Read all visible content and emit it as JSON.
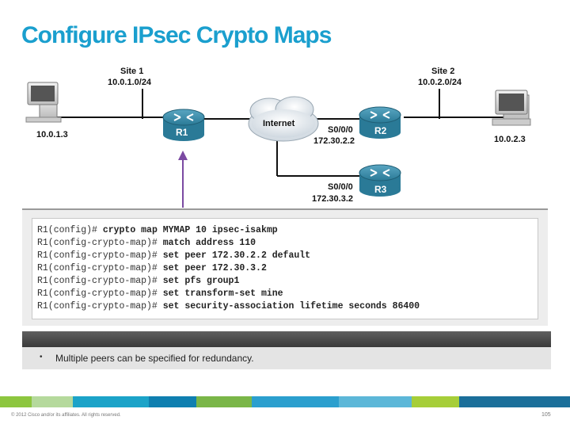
{
  "title": "Configure IPsec Crypto Maps",
  "diagram": {
    "site1": {
      "name": "Site 1",
      "network": "10.0.1.0/24"
    },
    "site2": {
      "name": "Site 2",
      "network": "10.0.2.0/24"
    },
    "host_left": "10.0.1.3",
    "host_right": "10.0.2.3",
    "cloud": "Internet",
    "routers": {
      "r1": "R1",
      "r2": {
        "name": "R2",
        "interface": "S0/0/0",
        "ip": "172.30.2.2"
      },
      "r3": {
        "name": "R3",
        "interface": "S0/0/0",
        "ip": "172.30.3.2"
      }
    }
  },
  "config": [
    {
      "prompt": "R1(config)# ",
      "command": "crypto map MYMAP 10 ipsec-isakmp"
    },
    {
      "prompt": "R1(config-crypto-map)# ",
      "command": "match address 110"
    },
    {
      "prompt": "R1(config-crypto-map)# ",
      "command": "set peer 172.30.2.2 default"
    },
    {
      "prompt": "R1(config-crypto-map)# ",
      "command": "set peer 172.30.3.2"
    },
    {
      "prompt": "R1(config-crypto-map)# ",
      "command": "set pfs group1"
    },
    {
      "prompt": "R1(config-crypto-map)# ",
      "command": "set transform-set mine"
    },
    {
      "prompt": "R1(config-crypto-map)# ",
      "command": "set security-association lifetime seconds 86400"
    }
  ],
  "note": {
    "bullet": "•",
    "text": "Multiple peers can be specified for redundancy."
  },
  "footer": {
    "copyright": "© 2012 Cisco and/or its affiliates. All rights reserved.",
    "page": "105",
    "colors": [
      "#8dc63f",
      "#b5d99c",
      "#1ca3c8",
      "#0f7fb0",
      "#7ab648",
      "#2b9fce",
      "#5cb7d8",
      "#a6ce39",
      "#1b6f9a"
    ]
  },
  "colors": {
    "title": "#1a9fce",
    "router": "#2a7a97",
    "arrow": "#7b4aa2"
  }
}
